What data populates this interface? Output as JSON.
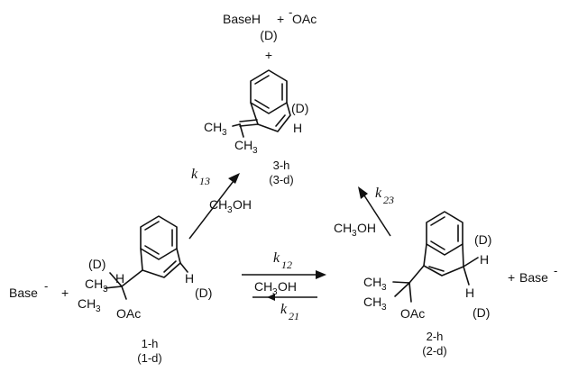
{
  "top": {
    "base_h": "BaseH",
    "plus_acetate": "+",
    "acetate_charge": "-",
    "acetate": "OAc",
    "deuterium": "(D)",
    "plus_below": "+"
  },
  "product3": {
    "ch3_top": "CH",
    "ch3_bottom": "CH",
    "three": "3",
    "d_label": "(D)",
    "h_label": "H",
    "name": "3-h",
    "name_d": "(3-d)"
  },
  "compound1": {
    "d_label": "(D)",
    "ch3_top": "CH",
    "h_label": "H",
    "ch3_bottom": "CH",
    "three": "3",
    "oac": "OAc",
    "vinyl_h": "H",
    "vinyl_d": "(D)",
    "name": "1-h",
    "name_d": "(1-d)"
  },
  "compound2": {
    "ch3_top": "CH",
    "ch3_bottom": "CH",
    "three": "3",
    "oac": "OAc",
    "h_upper": "H",
    "d_upper": "(D)",
    "h_lower": "H",
    "d_lower": "(D)",
    "name": "2-h",
    "name_d": "(2-d)"
  },
  "left_side": {
    "base": "Base",
    "charge": "-",
    "plus": "+"
  },
  "right_side": {
    "plus": "+",
    "base": "Base",
    "charge": "-"
  },
  "arrows": {
    "k13": {
      "k": "k",
      "sub": "13",
      "solvent": "CH",
      "sub3": "3",
      "oh": "OH"
    },
    "k23": {
      "k": "k",
      "sub": "23",
      "solvent": "CH",
      "sub3": "3",
      "oh": "OH"
    },
    "k12": {
      "k": "k",
      "sub": "12",
      "solvent": "CH",
      "sub3": "3",
      "oh": "OH"
    },
    "k21": {
      "k": "k",
      "sub": "21"
    }
  }
}
